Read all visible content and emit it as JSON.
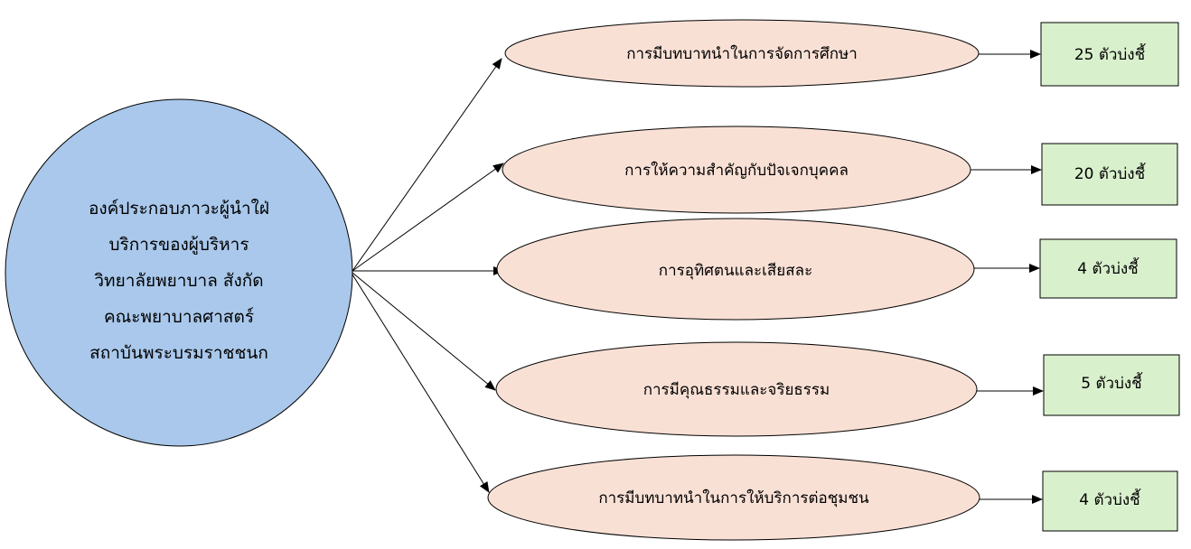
{
  "colors": {
    "circle_fill": "#a9c8eb",
    "ellipse_fill": "#f9e0d5",
    "box_fill": "#d9f0cd",
    "stroke": "#000000"
  },
  "center": {
    "lines": [
      "องค์ประกอบภาวะผู้นำใฝ่",
      "บริการของผู้บริหาร",
      "วิทยาลัยพยาบาล สังกัด",
      "คณะพยาบาลศาสตร์",
      "สถาบันพระบรมราชชนก"
    ]
  },
  "components": [
    {
      "label": "การมีบทบาทนำในการจัดการศึกษา",
      "indicators": "25 ตัวบ่งชี้"
    },
    {
      "label": "การให้ความสำคัญกับปัจเจกบุคคล",
      "indicators": "20 ตัวบ่งชี้"
    },
    {
      "label": "การอุทิศตนและเสียสละ",
      "indicators": "4 ตัวบ่งชี้"
    },
    {
      "label": "การมีคุณธรรมและจริยธรรม",
      "indicators": "5 ตัวบ่งชี้"
    },
    {
      "label": "การมีบทบาทนำในการให้บริการต่อชุมชน",
      "indicators": "4 ตัวบ่งชี้"
    }
  ]
}
